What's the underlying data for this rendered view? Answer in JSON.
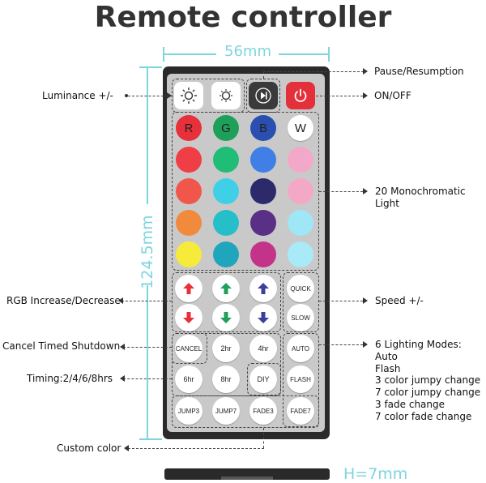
{
  "title": "Remote controller",
  "dimensions": {
    "width": "56mm",
    "height": "124.5mm",
    "thickness": "H=7mm"
  },
  "labels": {
    "luminance": "Luminance +/-",
    "pause": "Pause/Resumption",
    "onoff": "ON/OFF",
    "mono_line1": "20 Monochromatic",
    "mono_line2": "Light",
    "rgb": "RGB Increase/Decrease",
    "speed": "Speed +/-",
    "cancel": "Cancel Timed Shutdown",
    "timing": "Timing:2/4/6/8hrs",
    "modes": [
      "6 Lighting Modes:",
      "Auto",
      "Flash",
      "3 color jumpy change",
      "7 color jumpy change",
      "3 fade change",
      "7 color fade change"
    ],
    "custom": "Custom color"
  },
  "buttons": {
    "rgbw": [
      "R",
      "G",
      "B",
      "W"
    ],
    "quick": "QUICK",
    "slow": "SLOW",
    "cancel": "CANCEL",
    "h2": "2hr",
    "h4": "4hr",
    "h6": "6hr",
    "h8": "8hr",
    "diy": "DIY",
    "auto": "AUTO",
    "flash": "FLASH",
    "jump3": "JUMP3",
    "jump7": "JUMP7",
    "fade3": "FADE3",
    "fade7": "FADE7"
  },
  "colors": {
    "rgbw_row": [
      "#e8303a",
      "#1fa05a",
      "#2a4fb0",
      "#ffffff"
    ],
    "color_grid": [
      [
        "#ef3e46",
        "#20bd77",
        "#3f7fe6",
        "#f2a9c9"
      ],
      [
        "#f0574a",
        "#3fd0e8",
        "#2c2a6a",
        "#f3a9c6"
      ],
      [
        "#f28a3e",
        "#26bfc9",
        "#5a2f86",
        "#9fe6f6"
      ],
      [
        "#f6eb3a",
        "#1fa6bd",
        "#c3338a",
        "#a8eaf7"
      ]
    ],
    "up_arrows": [
      "#e8303a",
      "#1fa05a",
      "#3a3f9c"
    ],
    "down_arrows": [
      "#e8303a",
      "#1fa05a",
      "#3a3f9c"
    ],
    "accent": "#7ed4df",
    "power_button": "#e3303a",
    "play_button": "#3a3a3a"
  }
}
